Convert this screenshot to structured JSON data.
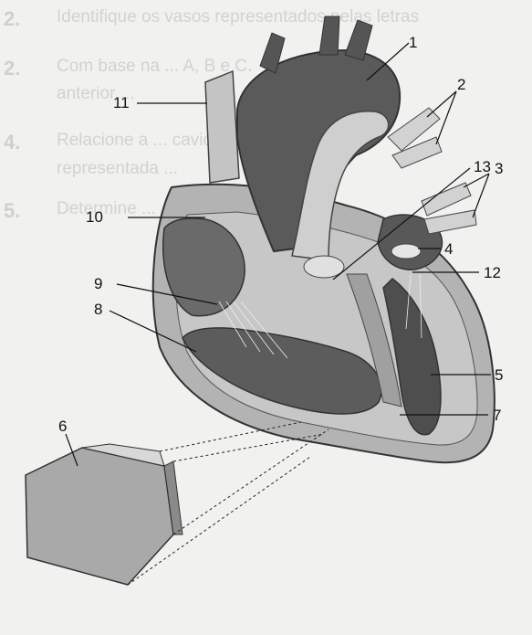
{
  "background_text": {
    "items": [
      {
        "num": "2.",
        "text": "Identifique os vasos representados pelas letras"
      },
      {
        "num": "2.",
        "text": "Com base na ... A, B e C."
      },
      {
        "num": "",
        "text": "anterior ..."
      },
      {
        "num": "4.",
        "text": "Relacione a ... cavidade ..."
      },
      {
        "num": "",
        "text": "representada ..."
      },
      {
        "num": "5.",
        "text": "Determine ..."
      }
    ]
  },
  "labels": {
    "l1": "1",
    "l2": "2",
    "l3": "3",
    "l4": "4",
    "l5": "5",
    "l6": "6",
    "l7": "7",
    "l8": "8",
    "l9": "9",
    "l10": "10",
    "l11": "11",
    "l12": "12",
    "l13": "13"
  },
  "colors": {
    "dark_chamber": "#5a5a5a",
    "muscle": "#a9a9a9",
    "vessel": "#c8c8c8",
    "outline": "#333333"
  }
}
